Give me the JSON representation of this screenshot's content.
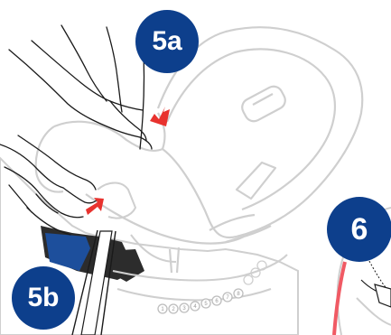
{
  "steps": {
    "step_5a": "5a",
    "step_5b": "5b",
    "step_6": "6"
  },
  "colors": {
    "badge_fill": "#0d3f8c",
    "badge_text": "#ffffff",
    "seat_outline": "#cfcfcf",
    "arrow_red": "#e8322e",
    "strap_pink": "#f05a64",
    "shell_dark": "#2c2c2c",
    "shell_blue": "#1d4f9c",
    "line_black": "#1a1a1a"
  },
  "recline_dial_numbers": [
    "1",
    "2",
    "3",
    "4",
    "5",
    "6",
    "7",
    "8"
  ]
}
